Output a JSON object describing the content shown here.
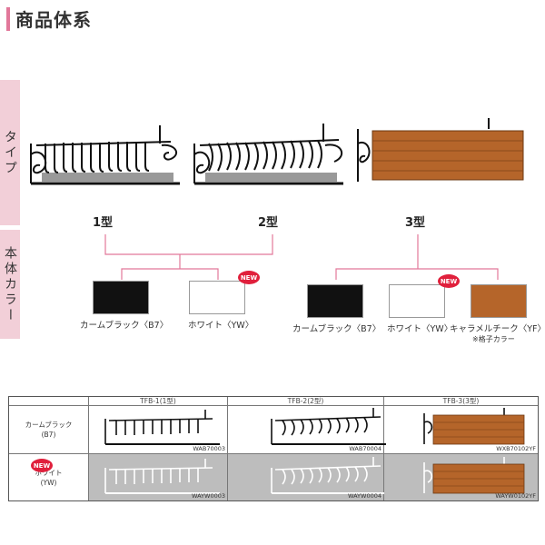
{
  "title": "商品体系",
  "tabs": {
    "type": "タイプ",
    "body_color": "本体カラー"
  },
  "types": {
    "type1": "1型",
    "type2": "2型",
    "type3": "3型"
  },
  "swatches_12": [
    {
      "label": "カームブラック〈B7〉",
      "color": "#111111",
      "new": false
    },
    {
      "label": "ホワイト〈YW〉",
      "color": "#ffffff",
      "new": true
    }
  ],
  "swatches_3": [
    {
      "label": "カームブラック〈B7〉",
      "color": "#111111",
      "new": false
    },
    {
      "label": "ホワイト〈YW〉",
      "color": "#ffffff",
      "new": true
    },
    {
      "label": "キャラメルチーク〈YF〉",
      "color": "#b5652a",
      "new": false
    }
  ],
  "note_lattice": "※格子カラー",
  "new_label": "NEW",
  "table": {
    "columns": [
      "TFB-1(1型)",
      "TFB-2(2型)",
      "TFB-3(3型)"
    ],
    "rows": [
      {
        "name_line1": "カームブラック",
        "name_line2": "(B7)",
        "codes": [
          "WAB70003",
          "WAB70004",
          "WXB70102YF"
        ],
        "new": false
      },
      {
        "name_line1": "ホワイト",
        "name_line2": "(YW)",
        "codes": [
          "WAYW0003",
          "WAYW0004",
          "WAYW0102YF"
        ],
        "new": true
      }
    ]
  },
  "colors": {
    "accent_pink": "#e2789a",
    "tab_pink": "#f2cfd8",
    "teak": "#b5652a",
    "new_red": "#e0203c",
    "row_gray": "#bdbdbd"
  }
}
